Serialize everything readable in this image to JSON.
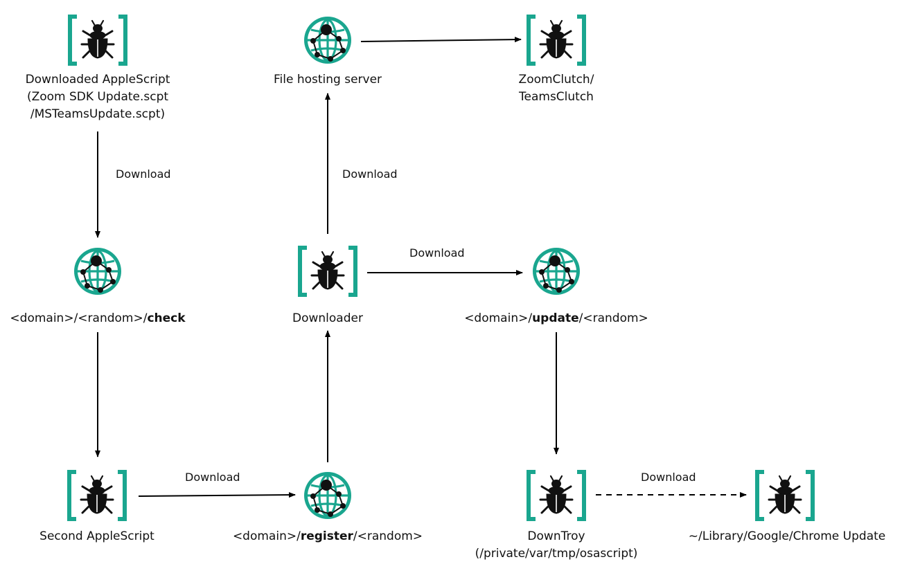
{
  "colors": {
    "accent": "#1aa68f",
    "ink": "#111111",
    "edge": "#000000"
  },
  "nodes": [
    {
      "id": "downloaded-applescript",
      "icon": "malware-bug-icon",
      "label_lines": [
        "Downloaded AppleScript",
        "(Zoom SDK Update.scpt",
        "/MSTeamsUpdate.scpt)"
      ]
    },
    {
      "id": "file-hosting-server",
      "icon": "network-globe-icon",
      "label_lines": [
        "File hosting server"
      ]
    },
    {
      "id": "zoomclutch",
      "icon": "malware-bug-icon",
      "label_lines": [
        "ZoomClutch/",
        "TeamsClutch"
      ]
    },
    {
      "id": "check-url",
      "icon": "network-globe-icon",
      "label_parts": {
        "pre": "<domain>/<random>/",
        "bold": "check",
        "post": ""
      }
    },
    {
      "id": "downloader",
      "icon": "malware-bug-icon",
      "label_lines": [
        "Downloader"
      ]
    },
    {
      "id": "update-url",
      "icon": "network-globe-icon",
      "label_parts": {
        "pre": "<domain>/",
        "bold": "update",
        "post": "/<random>"
      }
    },
    {
      "id": "second-applescript",
      "icon": "malware-bug-icon",
      "label_lines": [
        "Second AppleScript"
      ]
    },
    {
      "id": "register-url",
      "icon": "network-globe-icon",
      "label_parts": {
        "pre": "<domain>/",
        "bold": "register",
        "post": "/<random>"
      }
    },
    {
      "id": "downtroy",
      "icon": "malware-bug-icon",
      "label_lines": [
        "DownTroy",
        "(/private/var/tmp/osascript)"
      ]
    },
    {
      "id": "chrome-update",
      "icon": "malware-bug-icon",
      "label_lines": [
        "~/Library/Google/Chrome Update"
      ]
    }
  ],
  "edges": [
    {
      "id": "e1",
      "from": "downloaded-applescript",
      "to": "check-url",
      "label": "Download",
      "style": "solid"
    },
    {
      "id": "e2",
      "from": "check-url",
      "to": "second-applescript",
      "label": "",
      "style": "solid"
    },
    {
      "id": "e3",
      "from": "second-applescript",
      "to": "register-url",
      "label": "Download",
      "style": "solid"
    },
    {
      "id": "e4",
      "from": "register-url",
      "to": "downloader",
      "label": "",
      "style": "solid"
    },
    {
      "id": "e5",
      "from": "downloader",
      "to": "file-hosting-server",
      "label": "Download",
      "style": "solid"
    },
    {
      "id": "e6",
      "from": "file-hosting-server",
      "to": "zoomclutch",
      "label": "",
      "style": "solid"
    },
    {
      "id": "e7",
      "from": "downloader",
      "to": "update-url",
      "label": "Download",
      "style": "solid"
    },
    {
      "id": "e8",
      "from": "update-url",
      "to": "downtroy",
      "label": "",
      "style": "solid"
    },
    {
      "id": "e9",
      "from": "downtroy",
      "to": "chrome-update",
      "label": "Download",
      "style": "dashed"
    }
  ]
}
